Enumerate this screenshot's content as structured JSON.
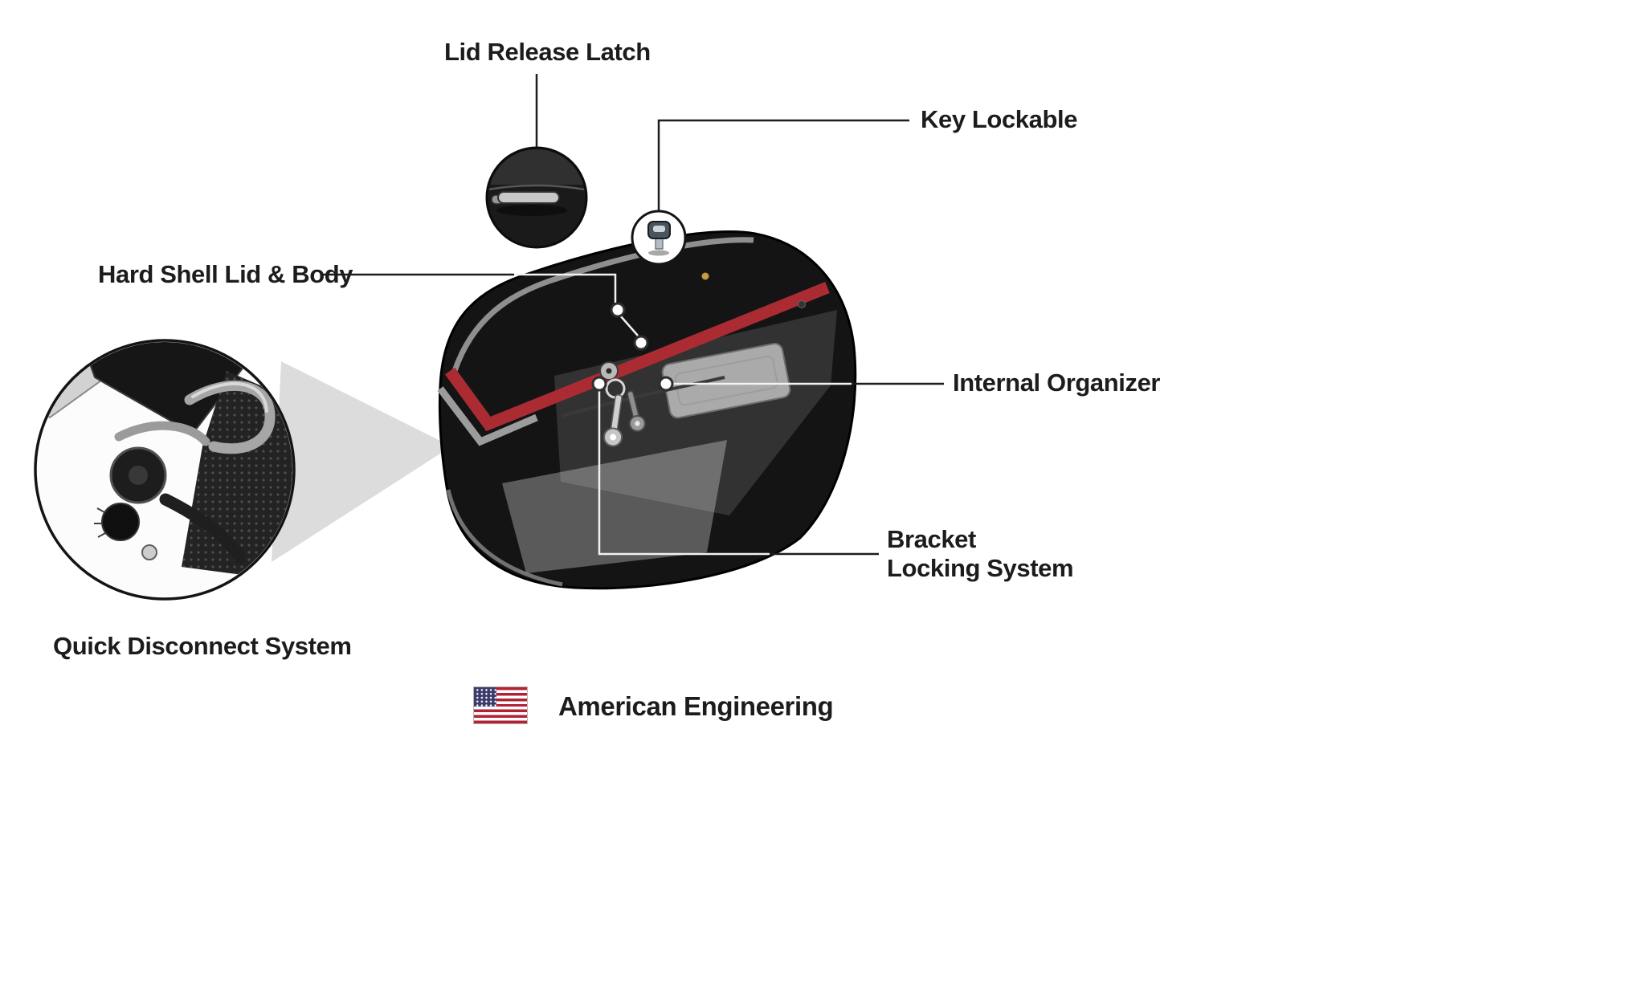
{
  "diagram": {
    "title_context": "saddlebag-feature-diagram",
    "callouts": {
      "lid_release_latch": {
        "label": "Lid Release Latch"
      },
      "key_lockable": {
        "label": "Key Lockable"
      },
      "hard_shell_lid_body": {
        "label": "Hard Shell Lid & Body"
      },
      "internal_organizer": {
        "label": "Internal Organizer"
      },
      "bracket_locking_system": {
        "label": "Bracket Locking System"
      },
      "quick_disconnect_system": {
        "label": "Quick Disconnect System"
      }
    },
    "footer": {
      "label": "American Engineering"
    },
    "icons": {
      "flag": "us-flag-icon",
      "key": "key-icon",
      "latch": "latch-icon",
      "lock": "lock-keys-icon"
    },
    "colors": {
      "accent_red": "#ab2b33",
      "bag_black": "#141414",
      "trim_gray": "#8f8f8f",
      "label_black": "#1c1c1c",
      "flag_red": "#b22234",
      "flag_blue": "#3c3b6e"
    }
  }
}
